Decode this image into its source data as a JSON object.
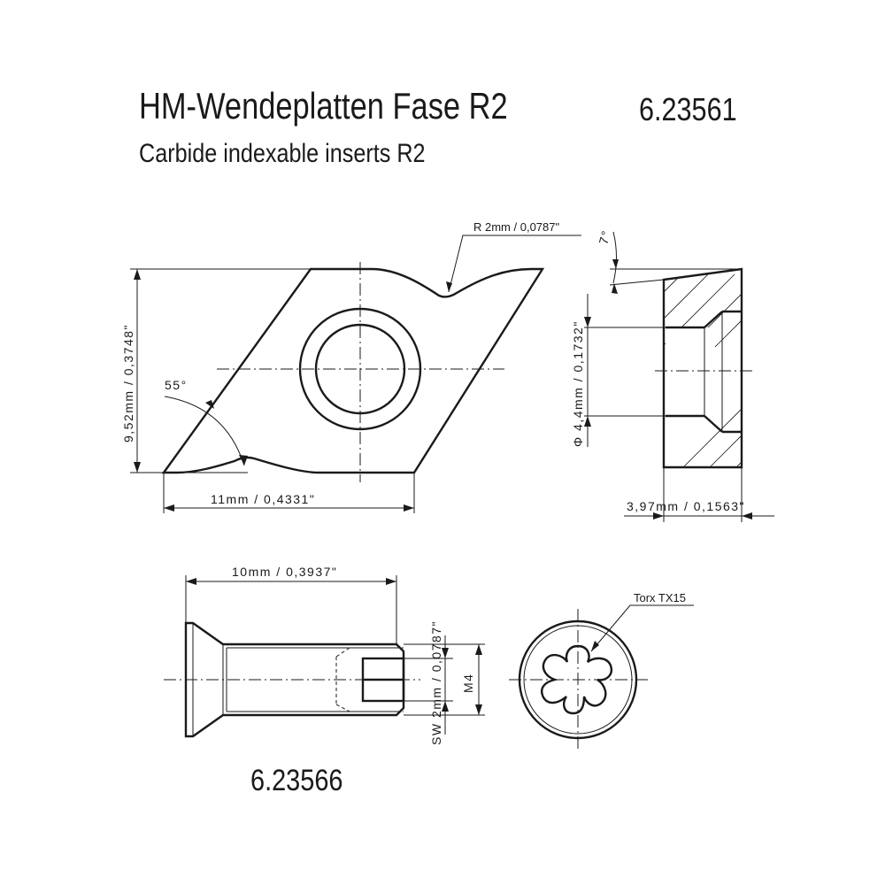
{
  "header": {
    "title": "HM-Wendeplatten Fase R2",
    "subtitle": "Carbide indexable inserts R2",
    "article_number": "6.23561"
  },
  "insert_top_view": {
    "radius_label": "R 2mm / 0,0787\"",
    "angle_label": "55°",
    "height_label": "9,52mm / 0,3748\"",
    "width_label": "11mm / 0,4331\""
  },
  "insert_side_view": {
    "clearance_angle_label": "7°",
    "bore_label": "Φ 4,4mm / 0,1732\"",
    "thickness_label": "3,97mm / 0,1563\""
  },
  "screw_side_view": {
    "length_label": "10mm / 0,3937\"",
    "thread_label": "M4",
    "key_label": "SW 2mm / 0,0787\""
  },
  "screw_end_view": {
    "drive_label": "Torx TX15"
  },
  "screw_article_number": "6.23566",
  "colors": {
    "ink": "#1a1a1a",
    "background": "#ffffff"
  }
}
